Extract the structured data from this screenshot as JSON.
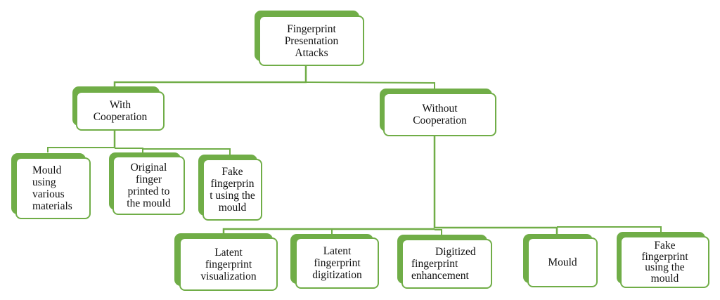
{
  "diagram": {
    "type": "tree",
    "colors": {
      "accent": "#70AD47",
      "box_fill": "#ffffff",
      "text": "#111111"
    },
    "root": {
      "id": "root",
      "label": "Fingerprint\nPresentation\nAttacks"
    },
    "level1": [
      {
        "id": "with",
        "label": "With\nCooperation"
      },
      {
        "id": "without",
        "label": "Without\nCooperation"
      }
    ],
    "with_children": [
      {
        "id": "w1",
        "label": "Mould\nusing\nvarious\nmaterials"
      },
      {
        "id": "w2",
        "label": "Original\nfinger\nprinted to\nthe mould"
      },
      {
        "id": "w3",
        "label": "Fake\nfingerprin\nt using the\nmould"
      }
    ],
    "without_children": [
      {
        "id": "o1",
        "label": "Latent\nfingerprint\nvisualization"
      },
      {
        "id": "o2",
        "label": "Latent\nfingerprint\ndigitization"
      },
      {
        "id": "o3",
        "label": "Digitized\nfingerprint\nenhancement"
      },
      {
        "id": "o4",
        "label": "Mould"
      },
      {
        "id": "o5",
        "label": "Fake\nfingerprint\nusing the\nmould"
      }
    ]
  }
}
